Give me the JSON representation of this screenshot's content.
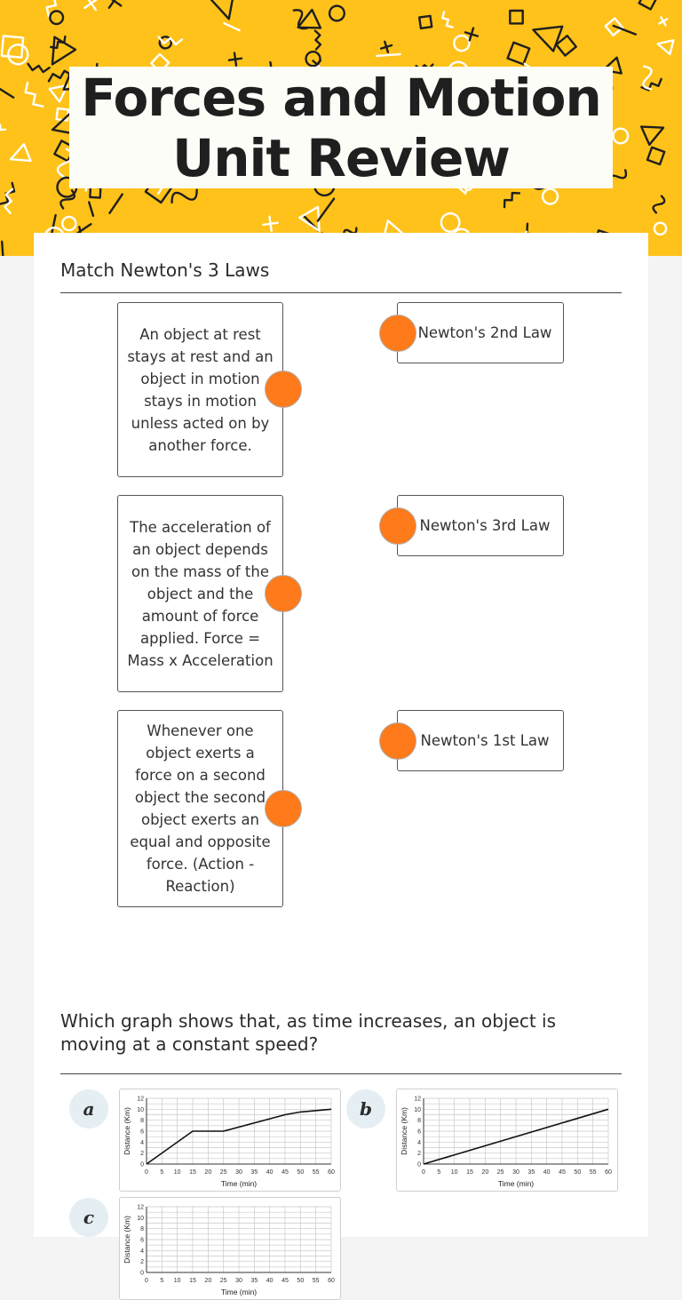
{
  "banner": {
    "title_line1": "Forces and Motion",
    "title_line2": "Unit Review",
    "colors": {
      "background": "#ffc21a",
      "pattern": "#1f1f1f"
    }
  },
  "matching": {
    "heading": "Match Newton's 3 Laws",
    "left_items": [
      "An object at rest stays at rest and an object in motion stays in motion unless acted on by another force.",
      "The acceleration of an object depends on the mass of the object and the amount of force applied. Force = Mass x Acceleration",
      "Whenever one object exerts a force on a second object the second object exerts an equal and opposite force. (Action - Reaction)"
    ],
    "right_items": [
      "Newton's 2nd Law",
      "Newton's 3rd Law",
      "Newton's 1st Law"
    ],
    "dot_color": "#ff7a1a"
  },
  "question2": {
    "heading_line1": "Which graph shows that, as time increases, an object is",
    "heading_line2": "moving at a constant speed?",
    "options": [
      "a",
      "b",
      "c"
    ],
    "graph_common": {
      "ylabel": "Distance (Km)",
      "xlabel": "Time (min)",
      "y_ticks": [
        "0",
        "2",
        "4",
        "6",
        "8",
        "10",
        "12"
      ],
      "x_ticks": [
        "0",
        "5",
        "10",
        "15",
        "20",
        "25",
        "30",
        "35",
        "40",
        "45",
        "50",
        "55",
        "60"
      ]
    }
  },
  "chart_data": [
    {
      "type": "line",
      "label": "a",
      "xlabel": "Time (min)",
      "ylabel": "Distance (Km)",
      "xlim": [
        0,
        60
      ],
      "ylim": [
        0,
        12
      ],
      "x": [
        0,
        15,
        25,
        45,
        50,
        60
      ],
      "y": [
        0,
        6,
        6,
        9,
        9.5,
        10
      ]
    },
    {
      "type": "line",
      "label": "b",
      "xlabel": "Time (min)",
      "ylabel": "Distance (Km)",
      "xlim": [
        0,
        60
      ],
      "ylim": [
        0,
        12
      ],
      "x": [
        0,
        60
      ],
      "y": [
        0,
        10
      ]
    }
  ]
}
